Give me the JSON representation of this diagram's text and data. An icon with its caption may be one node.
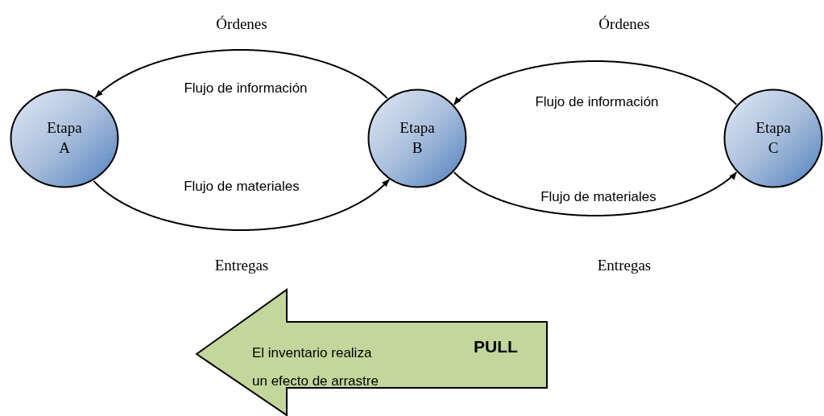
{
  "diagram": {
    "nodes": [
      {
        "text": [
          "Etapa A"
        ]
      },
      {
        "text": [
          "Etapa B"
        ]
      },
      {
        "text": [
          "Etapa C"
        ]
      },
      {
        "text": [
          "El inventario realiza un efecto de arrastre",
          "PULL"
        ]
      }
    ],
    "edges": [
      {
        "from": 1,
        "to": 0,
        "arrow": "to",
        "label": "Flujo de información"
      },
      {
        "from": 0,
        "to": 1,
        "arrow": "to",
        "label": "Flujo de materiales"
      },
      {
        "from": 2,
        "to": 1,
        "arrow": "to",
        "label": "Flujo de información"
      },
      {
        "from": 1,
        "to": 2,
        "arrow": "to",
        "label": "Flujo de materiales"
      }
    ],
    "labels": [
      "Órdenes",
      "Órdenes",
      "Entregas",
      "Entregas"
    ]
  }
}
